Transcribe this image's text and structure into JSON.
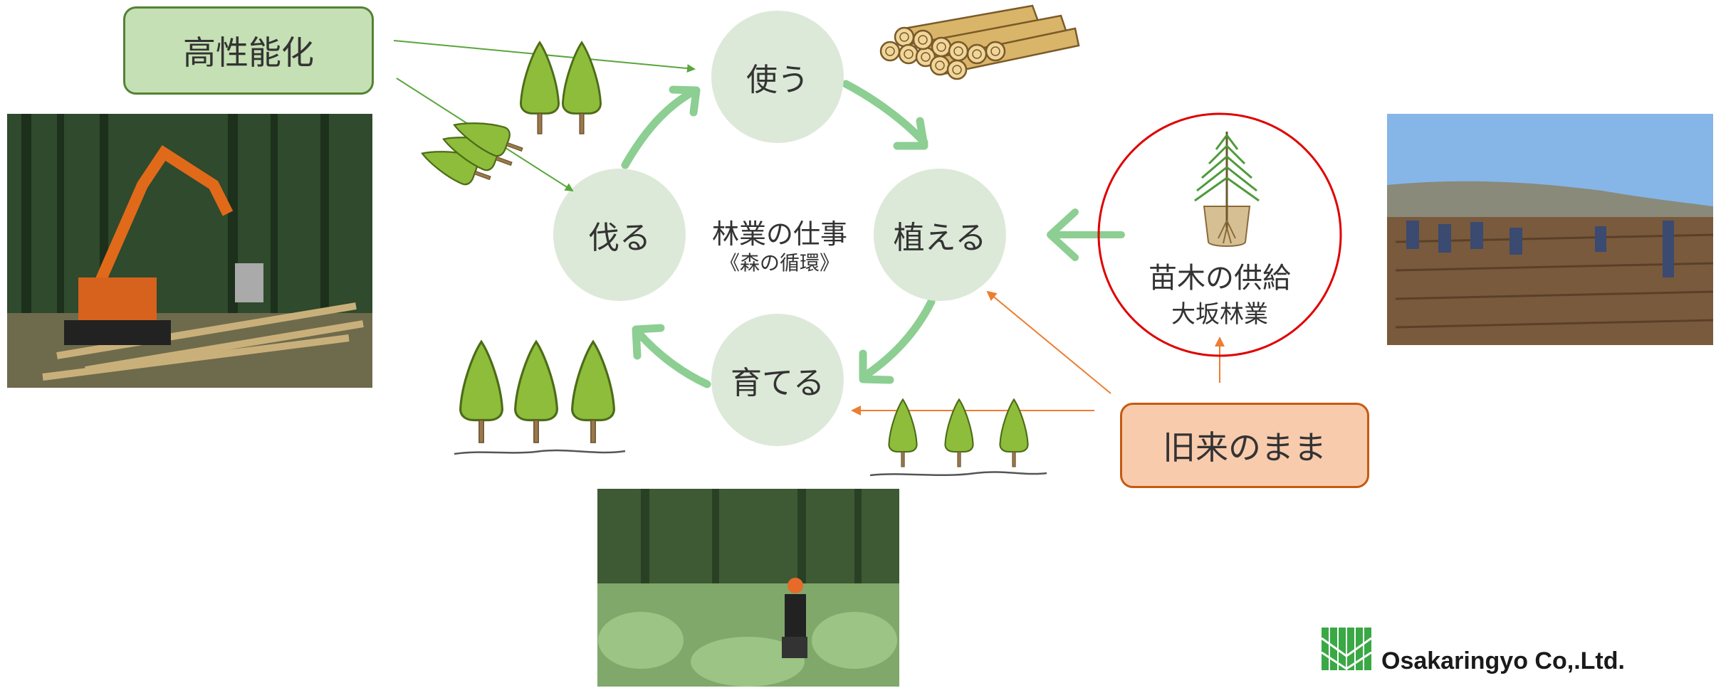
{
  "cycle": {
    "center_title": "林業の仕事",
    "center_subtitle": "《森の循環》",
    "stages": {
      "use": "使う",
      "plant": "植える",
      "raise": "育てる",
      "cut": "伐る"
    }
  },
  "callouts": {
    "high_performance": "高性能化",
    "as_before": "旧来のまま"
  },
  "supply": {
    "title": "苗木の供給",
    "company": "大坂林業"
  },
  "logo": {
    "company_name": "Osakaringyo Co,.Ltd."
  },
  "colors": {
    "cycle_arrow": "#8dce93",
    "stage_circle": "#dde9d8",
    "high_performance_fill": "#c5e0b4",
    "high_performance_border": "#548235",
    "as_before_fill": "#f8cbad",
    "as_before_border": "#c55a11",
    "green_arrow": "#5aa63c",
    "orange_arrow": "#ed7d31",
    "supply_ring": "#e00000",
    "tree_green": "#8dbd3a",
    "tree_outline": "#4d6b18",
    "log_fill": "#d9b56a"
  },
  "icons": [
    "tree-icon",
    "log-pile-icon",
    "seedling-pot-icon",
    "felled-trees-icon",
    "logo-icon"
  ]
}
